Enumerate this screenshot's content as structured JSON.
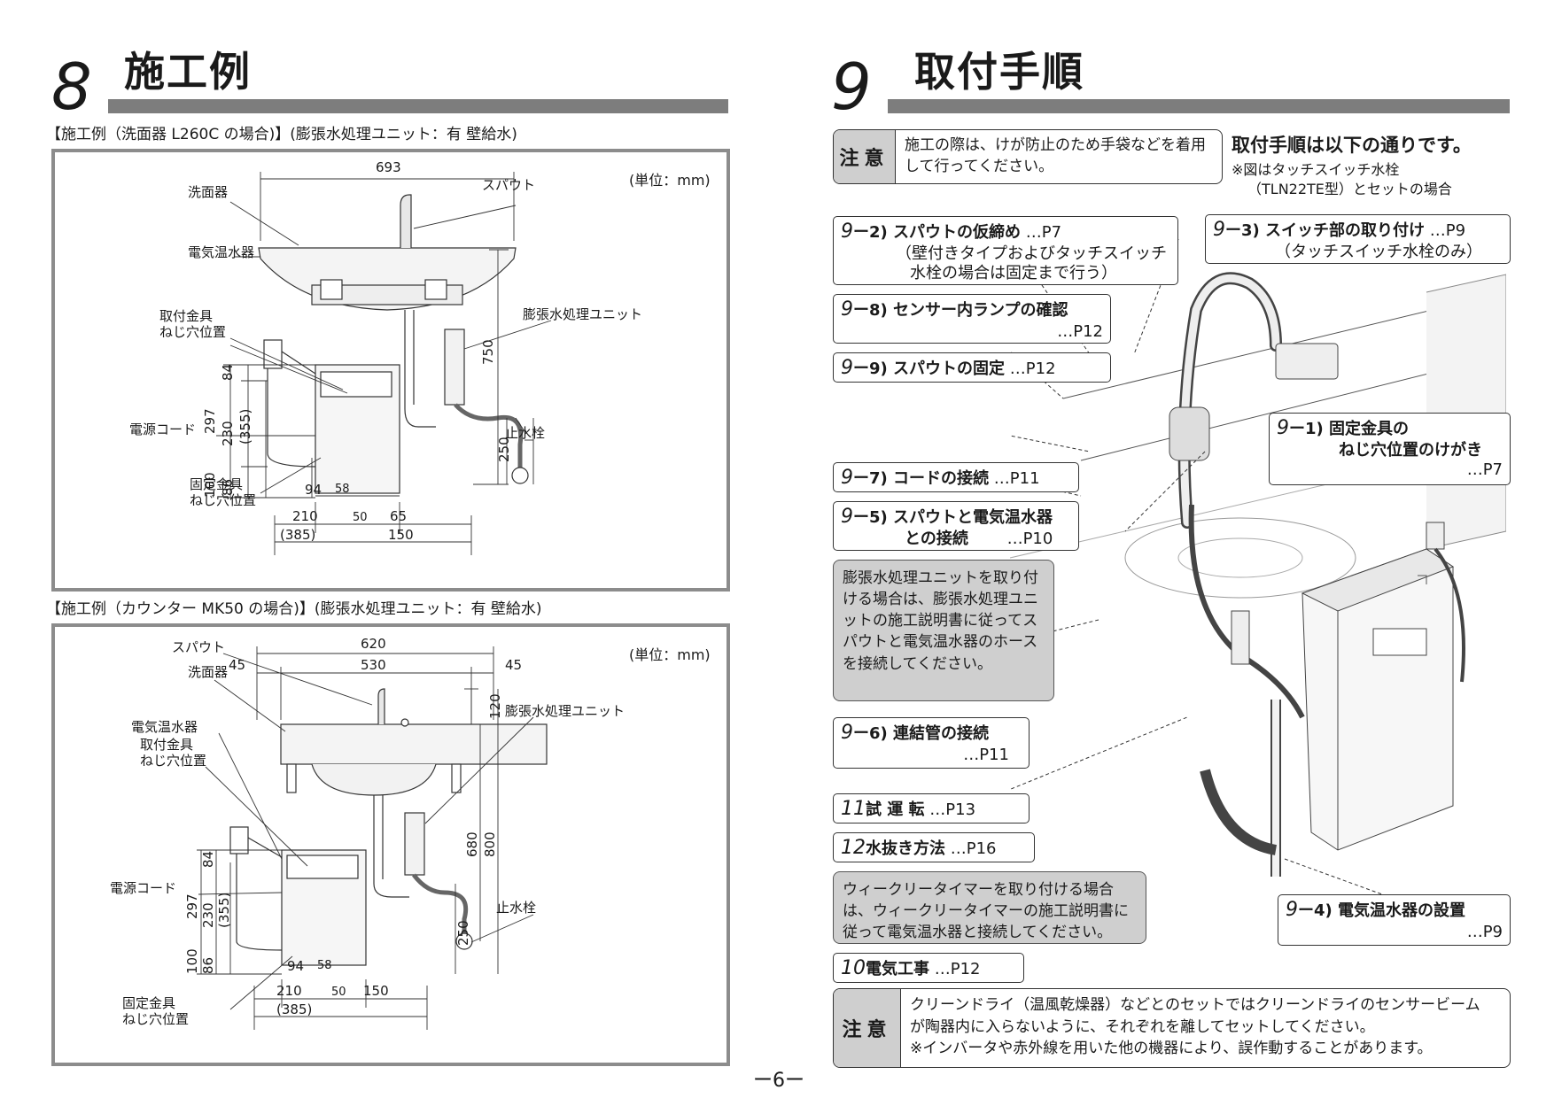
{
  "left": {
    "section_number": "8",
    "section_title": "施工例",
    "example1": {
      "caption": "【施工例（洗面器 L260C の場合)】(膨張水処理ユニット：有 壁給水)",
      "unit": "(単位：mm)",
      "labels": {
        "sink": "洗面器",
        "spout": "スパウト",
        "heater": "電気温水器",
        "bracket1": "取付金具",
        "bracket2": "ねじ穴位置",
        "expansion": "膨張水処理ユニット",
        "cord": "電源コード",
        "stopcock": "止水栓",
        "fixbracket1": "固定金具",
        "fixbracket2": "ねじ穴位置"
      },
      "dims": {
        "w693": "693",
        "h750": "750",
        "h297": "297",
        "h84": "84",
        "h230": "230",
        "h355": "(355)",
        "h100": "100",
        "h86": "86",
        "w94": "94",
        "w58": "58",
        "w210": "210",
        "w50": "50",
        "w65": "65",
        "w385": "(385)",
        "w150": "150",
        "h250": "250"
      }
    },
    "example2": {
      "caption": "【施工例（カウンター MK50 の場合)】(膨張水処理ユニット：有 壁給水)",
      "unit": "(単位：mm)",
      "labels": {
        "spout": "スパウト",
        "sink": "洗面器",
        "expansion": "膨張水処理ユニット",
        "heater": "電気温水器",
        "bracket1": "取付金具",
        "bracket2": "ねじ穴位置",
        "cord": "電源コード",
        "stopcock": "止水栓",
        "fixbracket1": "固定金具",
        "fixbracket2": "ねじ穴位置"
      },
      "dims": {
        "w620": "620",
        "w45a": "45",
        "w530": "530",
        "w45b": "45",
        "h120": "120",
        "h680": "680",
        "h800": "800",
        "h297": "297",
        "h84": "84",
        "h230": "230",
        "h355": "(355)",
        "h100": "100",
        "h86": "86",
        "w94": "94",
        "w58": "58",
        "w210": "210",
        "w50": "50",
        "w150": "150",
        "w385": "(385)",
        "h250": "250"
      }
    }
  },
  "right": {
    "section_number": "9",
    "section_title": "取付手順",
    "caution_top": {
      "label": "注意",
      "text": "施工の際は、けが防止のため手袋などを着用して行ってください。"
    },
    "intro_title": "取付手順は以下の通りです。",
    "intro_note1": "※図はタッチスイッチ水栓",
    "intro_note2": "（TLN22TE型）とセットの場合",
    "steps": {
      "s2_pre": "9",
      "s2_title": "ー2) スパウトの仮締め",
      "s2_page": "…P7",
      "s2_note1": "（壁付きタイプおよびタッチスイッチ",
      "s2_note2": "水栓の場合は固定まで行う）",
      "s3_pre": "9",
      "s3_title": "ー3) スイッチ部の取り付け",
      "s3_page": "…P9",
      "s3_note": "（タッチスイッチ水栓のみ）",
      "s8_pre": "9",
      "s8_title": "ー8) センサー内ランプの確認",
      "s8_page": "…P12",
      "s9_pre": "9",
      "s9_title": "ー9) スパウトの固定",
      "s9_page": "…P12",
      "s1_pre": "9",
      "s1_title": "ー1) 固定金具の",
      "s1_title2": "ねじ穴位置のけがき",
      "s1_page": "…P7",
      "s7_pre": "9",
      "s7_title": "ー7) コードの接続",
      "s7_page": "…P11",
      "s5_pre": "9",
      "s5_title": "ー5) スパウトと電気温水器",
      "s5_title2": "との接続",
      "s5_page": "…P10",
      "s6_pre": "9",
      "s6_title": "ー6) 連結管の接続",
      "s6_page": "…P11",
      "s11_pre": "11",
      "s11_title": "試 運 転",
      "s11_page": "…P13",
      "s12_pre": "12",
      "s12_title": "水抜き方法",
      "s12_page": "…P16",
      "s4_pre": "9",
      "s4_title": "ー4) 電気温水器の設置",
      "s4_page": "…P9",
      "s10_pre": "10",
      "s10_title": "電気工事",
      "s10_page": "…P12"
    },
    "gray_note1": "膨張水処理ユニットを取り付ける場合は、膨張水処理ユニットの施工説明書に従ってスパウトと電気温水器のホースを接続してください。",
    "gray_note2": "ウィークリータイマーを取り付ける場合は、ウィークリータイマーの施工説明書に従って電気温水器と接続してください。",
    "caution_bottom": {
      "label": "注意",
      "line1": "クリーンドライ（温風乾燥器）などとのセットではクリーンドライのセンサービーム",
      "line2": "が陶器内に入らないように、それぞれを離してセットしてください。",
      "line3": "※インバータや赤外線を用いた他の機器により、誤作動することがあります。"
    }
  },
  "page_number": "ー6ー"
}
